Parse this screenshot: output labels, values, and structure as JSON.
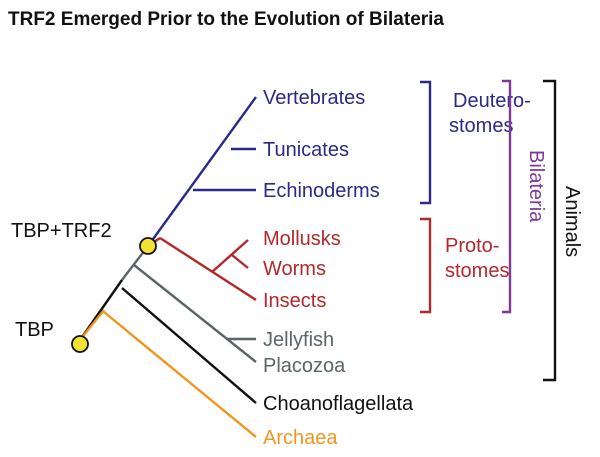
{
  "title": "TRF2 Emerged Prior to the Evolution of Bilateria",
  "nodes": {
    "tbp_trf2": "TBP+TRF2",
    "tbp": "TBP"
  },
  "taxa": {
    "vertebrates": "Vertebrates",
    "tunicates": "Tunicates",
    "echinoderms": "Echinoderms",
    "mollusks": "Mollusks",
    "worms": "Worms",
    "insects": "Insects",
    "jellyfish": "Jellyfish",
    "placozoa": "Placozoa",
    "choanoflagellata": "Choanoflagellata",
    "archaea": "Archaea"
  },
  "groups": {
    "deutero_1": "Deutero-",
    "deutero_2": "stomes",
    "proto_1": "Proto-",
    "proto_2": "stomes",
    "bilateria": "Bilateria",
    "animals": "Animals"
  },
  "colors": {
    "deuterostome": "#2b2a8c",
    "protostome": "#b3282d",
    "basal": "#5a6566",
    "choanoflagellate": "#111111",
    "archaea": "#f0961e",
    "bilateria": "#7e3a98",
    "node": "#f2e234"
  }
}
